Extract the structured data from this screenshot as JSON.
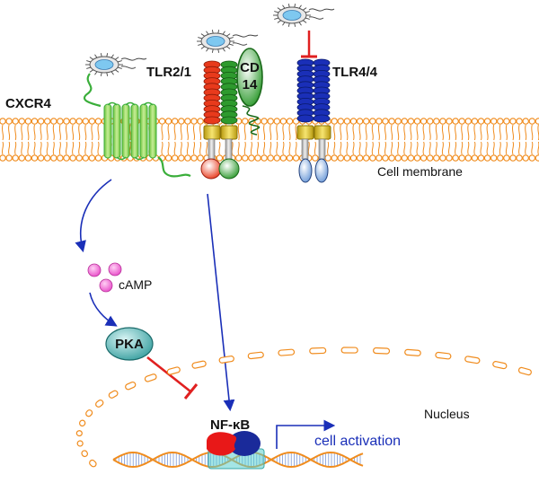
{
  "labels": {
    "cxcr4": "CXCR4",
    "tlr21": "TLR2/1",
    "cd14_line1": "CD",
    "cd14_line2": "14",
    "tlr44": "TLR4/4",
    "cell_membrane": "Cell membrane",
    "camp": "cAMP",
    "pka": "PKA",
    "nfkb": "NF-κB",
    "nucleus": "Nucleus",
    "cell_activation": "cell activation"
  },
  "colors": {
    "membrane": "#f08c1e",
    "cxcr4": "#8ed14a",
    "tlr2": "#e83a1c",
    "tlr1": "#2e9a2e",
    "tlr4": "#1a2fb8",
    "joint": "#d8c01c",
    "signal_arrow": "#1a2fb8",
    "inhibit": "#e02020",
    "camp": "#f06ad8",
    "pka": "#3aa8a8",
    "dna": "#f08c1e",
    "dna_box": "#5ad0d0"
  }
}
